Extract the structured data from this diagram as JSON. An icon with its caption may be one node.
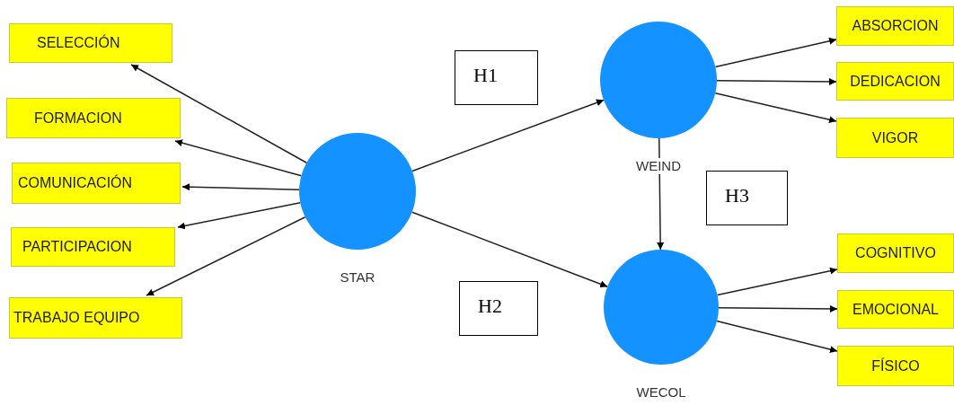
{
  "diagram": {
    "nodes": [
      {
        "text": [
          "SELECCIÓN"
        ]
      },
      {
        "text": [
          "FORMACION"
        ]
      },
      {
        "text": [
          "COMUNICACIÓN"
        ]
      },
      {
        "text": [
          "PARTICIPACION"
        ]
      },
      {
        "text": [
          "TRABAJO EQUIPO"
        ]
      },
      {
        "text": [
          "STAR"
        ]
      },
      {
        "text": [
          "H1"
        ]
      },
      {
        "text": [
          "H2"
        ]
      },
      {
        "text": [
          "WEIND"
        ]
      },
      {
        "text": [
          "WECOL"
        ]
      },
      {
        "text": [
          "H3"
        ]
      },
      {
        "text": [
          "ABSORCION"
        ]
      },
      {
        "text": [
          "DEDICACION"
        ]
      },
      {
        "text": [
          "VIGOR"
        ]
      },
      {
        "text": [
          "COGNITIVO"
        ]
      },
      {
        "text": [
          "EMOCIONAL"
        ]
      },
      {
        "text": [
          "FÍSICO"
        ]
      }
    ],
    "edges": [
      {
        "from": 5,
        "to": 0,
        "arrow": "to"
      },
      {
        "from": 5,
        "to": 1,
        "arrow": "to"
      },
      {
        "from": 5,
        "to": 2,
        "arrow": "to"
      },
      {
        "from": 5,
        "to": 3,
        "arrow": "to"
      },
      {
        "from": 5,
        "to": 4,
        "arrow": "to"
      },
      {
        "from": 5,
        "to": 8,
        "arrow": "to"
      },
      {
        "from": 5,
        "to": 9,
        "arrow": "to"
      },
      {
        "from": 8,
        "to": 9,
        "arrow": "to"
      },
      {
        "from": 8,
        "to": 11,
        "arrow": "to"
      },
      {
        "from": 8,
        "to": 12,
        "arrow": "to"
      },
      {
        "from": 8,
        "to": 13,
        "arrow": "to"
      },
      {
        "from": 9,
        "to": 14,
        "arrow": "to"
      },
      {
        "from": 9,
        "to": 15,
        "arrow": "to"
      },
      {
        "from": 9,
        "to": 16,
        "arrow": "to"
      }
    ]
  }
}
